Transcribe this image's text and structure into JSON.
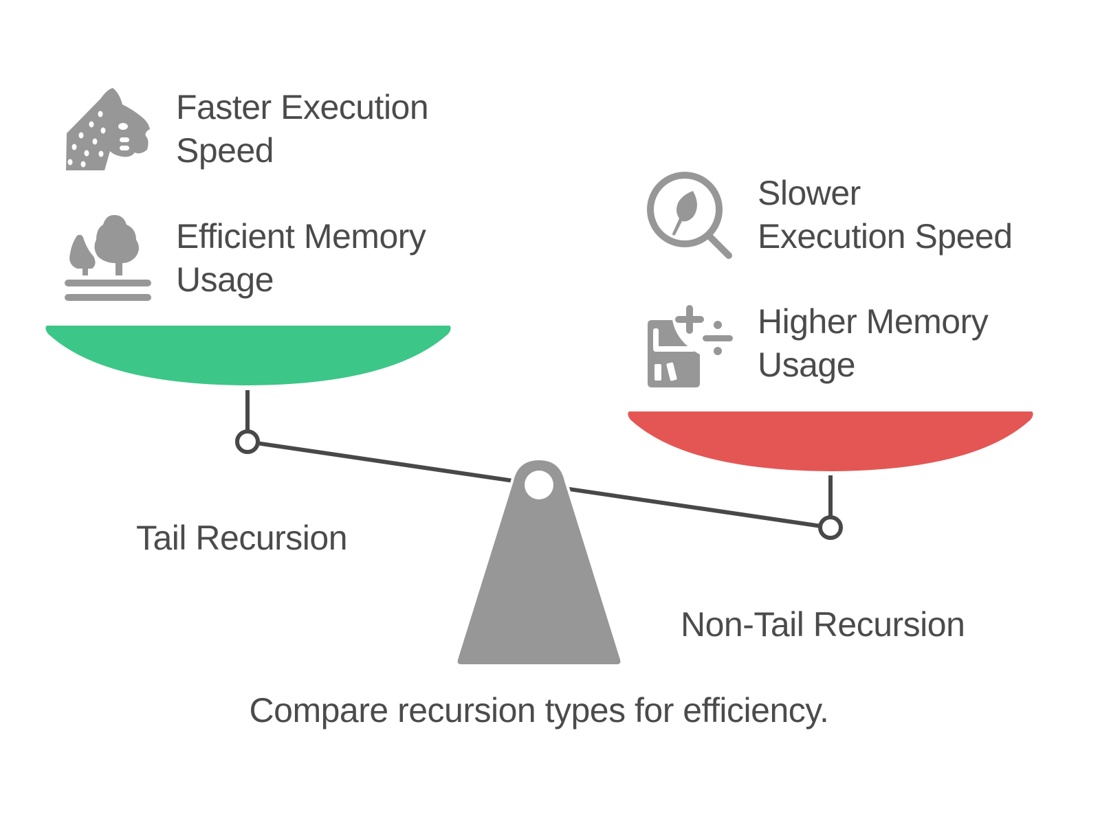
{
  "title": "Compare recursion types for efficiency.",
  "colors": {
    "left_pan": "#3cc687",
    "right_pan": "#e45654",
    "fulcrum": "#979797",
    "beam": "#484848",
    "icon": "#979797",
    "text": "#4b4b4b"
  },
  "left": {
    "label": "Tail Recursion",
    "benefits": [
      {
        "icon": "cheetah-icon",
        "line1": "Faster Execution",
        "line2": "Speed"
      },
      {
        "icon": "trees-icon",
        "line1": "Efficient Memory",
        "line2": "Usage"
      }
    ]
  },
  "right": {
    "label": "Non-Tail Recursion",
    "drawbacks": [
      {
        "icon": "magnifier-leaf-icon",
        "line1": "Slower",
        "line2": "Execution Speed"
      },
      {
        "icon": "calculator-math-icon",
        "line1": "Higher Memory",
        "line2": "Usage"
      }
    ]
  }
}
